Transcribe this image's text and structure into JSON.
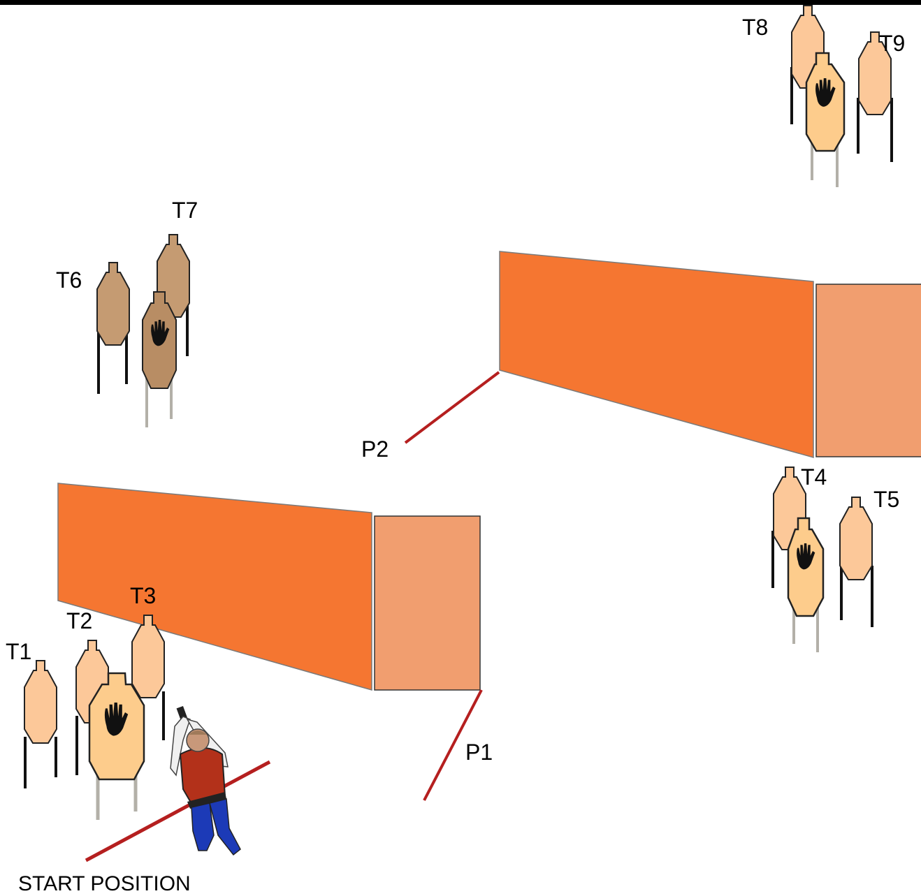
{
  "labels": {
    "t1": "T1",
    "t2": "T2",
    "t3": "T3",
    "t4": "T4",
    "t5": "T5",
    "t6": "T6",
    "t7": "T7",
    "t8": "T8",
    "t9": "T9",
    "p1": "P1",
    "p2": "P2",
    "start": "START POSITION"
  },
  "colors": {
    "wall_front": "#f57631",
    "wall_side": "#f19e6f",
    "fault_line": "#b51f1f",
    "target_light": "#fcc899",
    "target_no_shoot": "#fdcc8c",
    "target_brown": "#c59b72",
    "target_brown_dark": "#b88d64",
    "leg_dark": "#111111",
    "leg_grey": "#b3b0a8",
    "hand": "#111111",
    "shooter_shirt": "#b3311a",
    "shooter_pants": "#1c3ab7",
    "shooter_skin": "#c8987a",
    "top_bar": "#000000"
  },
  "icons": {
    "no_shoot": "hand-icon",
    "shooter": "shooter-icon"
  }
}
